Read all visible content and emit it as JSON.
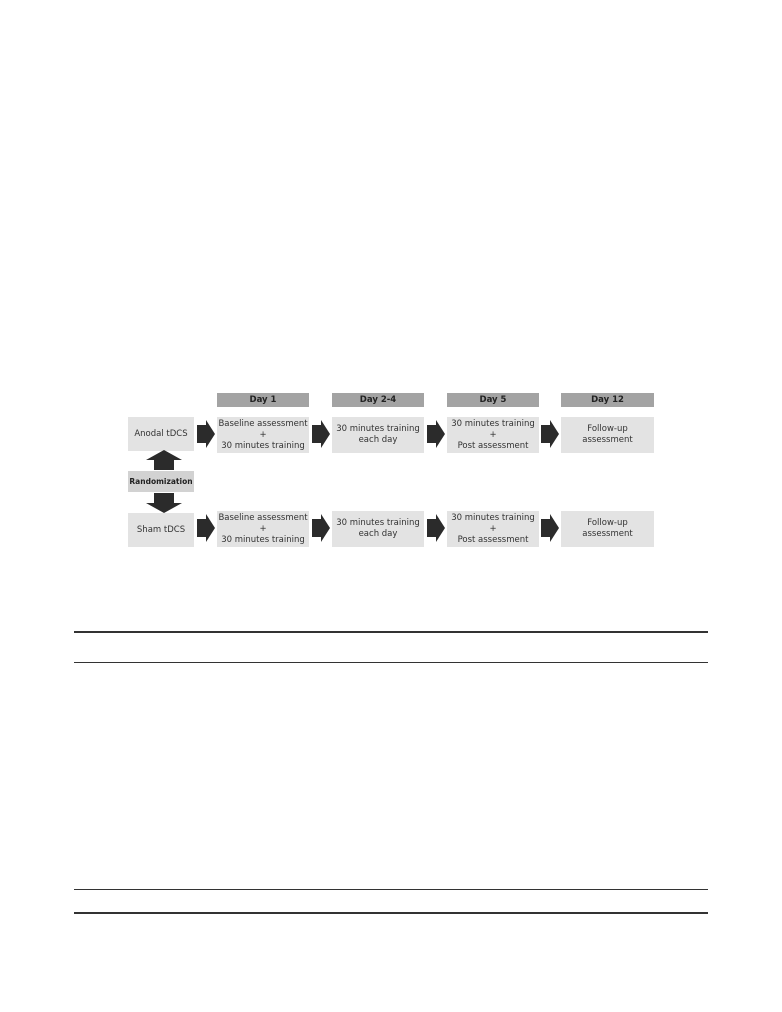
{
  "diagram": {
    "days": [
      "Day 1",
      "Day 2-4",
      "Day 5",
      "Day 12"
    ],
    "randomization": "Randomization",
    "arms": [
      {
        "label": "Anodal tDCS",
        "steps": [
          [
            "Baseline assessment",
            "+",
            "30 minutes training"
          ],
          [
            "30 minutes training",
            "each day"
          ],
          [
            "30 minutes training",
            "+",
            "Post assessment"
          ],
          [
            "Follow-up",
            "assessment"
          ]
        ]
      },
      {
        "label": "Sham tDCS",
        "steps": [
          [
            "Baseline assessment",
            "+",
            "30 minutes training"
          ],
          [
            "30 minutes training",
            "each day"
          ],
          [
            "30 minutes training",
            "+",
            "Post assessment"
          ],
          [
            "Follow-up",
            "assessment"
          ]
        ]
      }
    ]
  },
  "colors": {
    "header": "#a3a3a3",
    "box": "#e3e3e3",
    "arrow": "#2b2b2b",
    "rule": "#333333"
  }
}
